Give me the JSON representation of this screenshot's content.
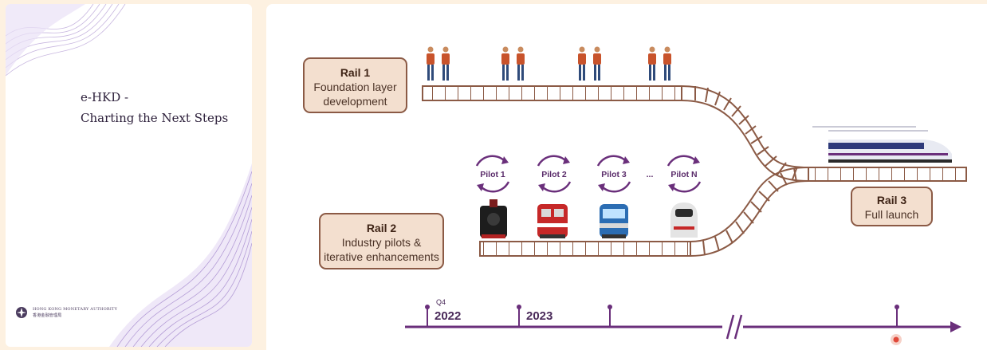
{
  "cover": {
    "title_line1": "e-HKD -",
    "title_line2": "Charting the Next Steps",
    "org_en": "HONG KONG MONETARY AUTHORITY",
    "org_zh": "香港金融管理局"
  },
  "rails": {
    "rail1": {
      "title": "Rail 1",
      "line1": "Foundation layer",
      "line2": "development"
    },
    "rail2": {
      "title": "Rail 2",
      "line1": "Industry pilots &",
      "line2": "iterative enhancements"
    },
    "rail3": {
      "title": "Rail 3",
      "line1": "Full launch"
    }
  },
  "pilots": [
    "Pilot 1",
    "Pilot 2",
    "Pilot 3",
    "...",
    "Pilot N"
  ],
  "timeline": {
    "q4_label": "Q4",
    "year_2022": "2022",
    "year_2023": "2023"
  },
  "colors": {
    "purple": "#6a2f7b",
    "track": "#8b5a45",
    "box_fill": "#f3dfcf",
    "background": "#fdf1e1"
  }
}
